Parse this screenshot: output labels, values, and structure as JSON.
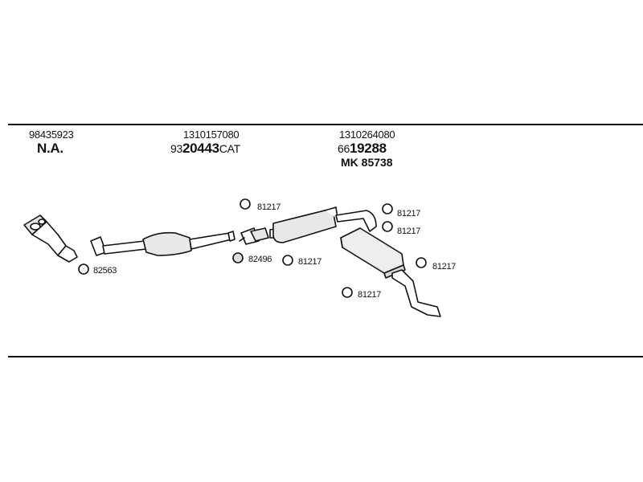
{
  "header": {
    "col1": {
      "part": "98435923",
      "code": "N.A."
    },
    "col2": {
      "part": "1310157080",
      "prefix": "93",
      "num": "20443",
      "suffix": "CAT"
    },
    "col3": {
      "part": "1310264080",
      "prefix": "66",
      "num": "19288",
      "mk": "MK 85738"
    }
  },
  "labels": {
    "l82563": "82563",
    "l82496": "82496",
    "l81217a": "81217",
    "l81217b": "81217",
    "l81217c": "81217",
    "l81217d": "81217",
    "l81217e": "81217",
    "l81217f": "81217"
  },
  "colors": {
    "line": "#111111",
    "fill": "#ffffff",
    "shade": "#d8d8d8"
  }
}
